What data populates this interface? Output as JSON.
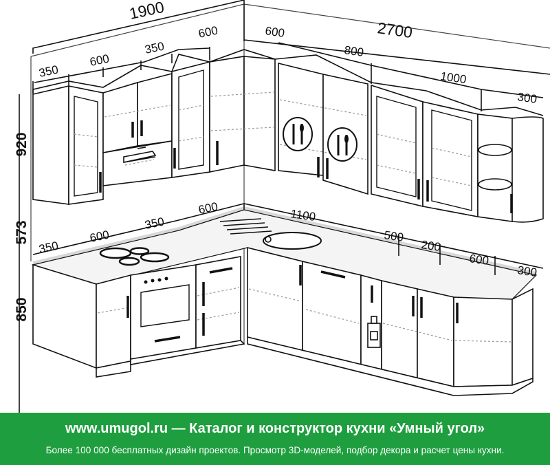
{
  "dimensions": {
    "left_wall_total": "1900",
    "right_wall_total": "2700",
    "upper_left": [
      "350",
      "600",
      "350",
      "600"
    ],
    "upper_right": [
      "600",
      "800",
      "1000",
      "300"
    ],
    "lower_left": [
      "350",
      "600",
      "350",
      "600"
    ],
    "lower_right": [
      "1100",
      "500",
      "200",
      "600",
      "300"
    ],
    "upper_height": "920",
    "apron_height": "573",
    "base_height": "850"
  },
  "footer": {
    "title": "www.umugol.ru  —  Каталог и конструктор кухни «Умный угол»",
    "subtitle": "Более 100 000 бесплатных дизайн проектов. Просмотр 3D-моделей, подбор декора и расчет цены кухни."
  },
  "colors": {
    "footer_bg": "#1f9e3f",
    "line": "#111111",
    "countertop": "#d8d8d8"
  }
}
